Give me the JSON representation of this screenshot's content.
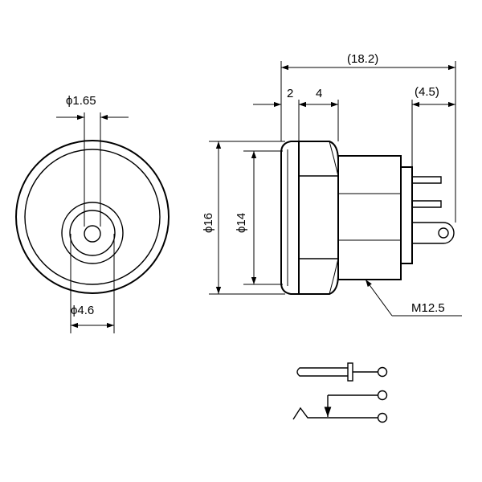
{
  "front_view": {
    "pin_diameter_label": "ϕ1.65",
    "hole_diameter_label": "ϕ4.6"
  },
  "side_view": {
    "total_length_label": "(18.2)",
    "lead_length_label": "(4.5)",
    "flange_thickness_label": "2",
    "nut_thickness_label": "4",
    "flange_diameter_label": "ϕ16",
    "body_diameter_label": "ϕ14",
    "thread_label": "M12.5"
  }
}
